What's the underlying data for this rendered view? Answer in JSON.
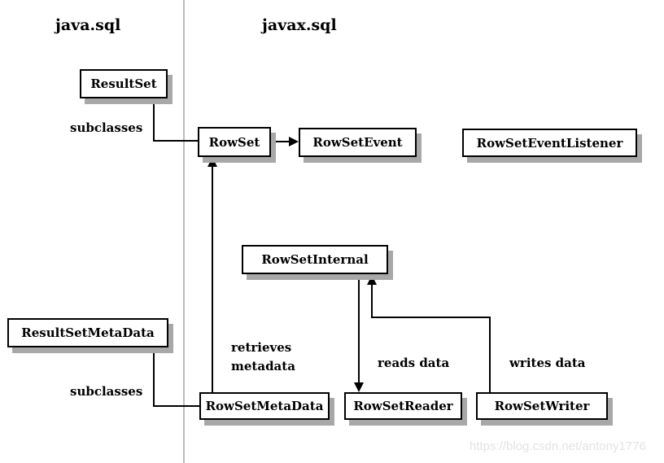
{
  "diagram": {
    "packages": [
      {
        "label": "java.sql"
      },
      {
        "label": "javax.sql"
      }
    ],
    "boxes": [
      {
        "label": "ResultSet"
      },
      {
        "label": "RowSet"
      },
      {
        "label": "RowSetEvent"
      },
      {
        "label": "RowSetEventListener"
      },
      {
        "label": "RowSetInternal"
      },
      {
        "label": "ResultSetMetaData"
      },
      {
        "label": "RowSetMetaData"
      },
      {
        "label": "RowSetReader"
      },
      {
        "label": "RowSetWriter"
      }
    ],
    "edge_labels": [
      {
        "label": "subclasses"
      },
      {
        "label": "subclasses"
      },
      {
        "label": "retrieves\nmetadata"
      },
      {
        "label": "reads data"
      },
      {
        "label": "writes data"
      }
    ],
    "relations": [
      "ResultSet subclasses RowSet",
      "RowSet -> RowSetEvent",
      "RowSetMetaData retrieves metadata -> RowSet",
      "ResultSetMetaData subclasses RowSetMetaData",
      "RowSetInternal reads data -> RowSetReader",
      "RowSetWriter writes data -> RowSetInternal"
    ],
    "colors": {
      "box_border": "#000000",
      "box_fill": "#ffffff",
      "box_shadow": "#a8a8a8",
      "divider": "#bbbbbb",
      "text": "#000000",
      "watermark": "#e3e3e3"
    }
  },
  "watermark": {
    "text": "https://blog.csdn.net/antony1776"
  }
}
